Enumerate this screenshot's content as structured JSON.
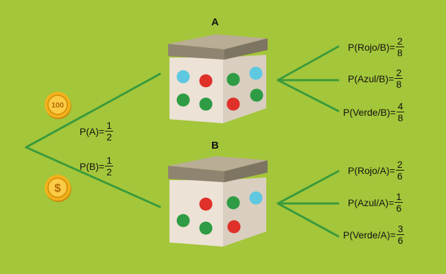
{
  "boxes": [
    {
      "label": "A",
      "prob_label": "P(A)=",
      "prob_num": "1",
      "prob_den": "2",
      "dots": [
        {
          "color": "#5ec8e0"
        },
        {
          "color": "#e0302a"
        },
        {
          "color": "#2e9c44"
        },
        {
          "color": "#5ec8e0"
        },
        {
          "color": "#2e9c44"
        },
        {
          "color": "#2e9c44"
        },
        {
          "color": "#e0302a"
        },
        {
          "color": "#2e9c44"
        }
      ],
      "outcomes": [
        {
          "label": "P(Rojo/B)=",
          "num": "2",
          "den": "8"
        },
        {
          "label": "P(Azul/B)=",
          "num": "2",
          "den": "8"
        },
        {
          "label": "P(Verde/B)=",
          "num": "4",
          "den": "8"
        }
      ]
    },
    {
      "label": "B",
      "prob_label": "P(B)=",
      "prob_num": "1",
      "prob_den": "2",
      "dots": [
        {
          "color": "#e0302a"
        },
        {
          "color": "#2e9c44"
        },
        {
          "color": "#5ec8e0"
        },
        {
          "color": "#2e9c44"
        },
        {
          "color": "#2e9c44"
        },
        {
          "color": "#e0302a"
        }
      ],
      "outcomes": [
        {
          "label": "P(Rojo/A)=",
          "num": "2",
          "den": "6"
        },
        {
          "label": "P(Azul/A)=",
          "num": "1",
          "den": "6"
        },
        {
          "label": "P(Verde/A)=",
          "num": "3",
          "den": "6"
        }
      ]
    }
  ],
  "coins": [
    {
      "icon": "coin-100-icon",
      "text": "100"
    },
    {
      "icon": "coin-dollar-icon",
      "text": "$"
    }
  ],
  "colors": {
    "background": "#a4c63a",
    "branch": "#3a9a3c",
    "box_front": "#ece2d6",
    "box_side": "#d9cebf",
    "lid_top": "#b9ad95",
    "lid_front": "#8e8470",
    "coin": "#f2b21c"
  }
}
